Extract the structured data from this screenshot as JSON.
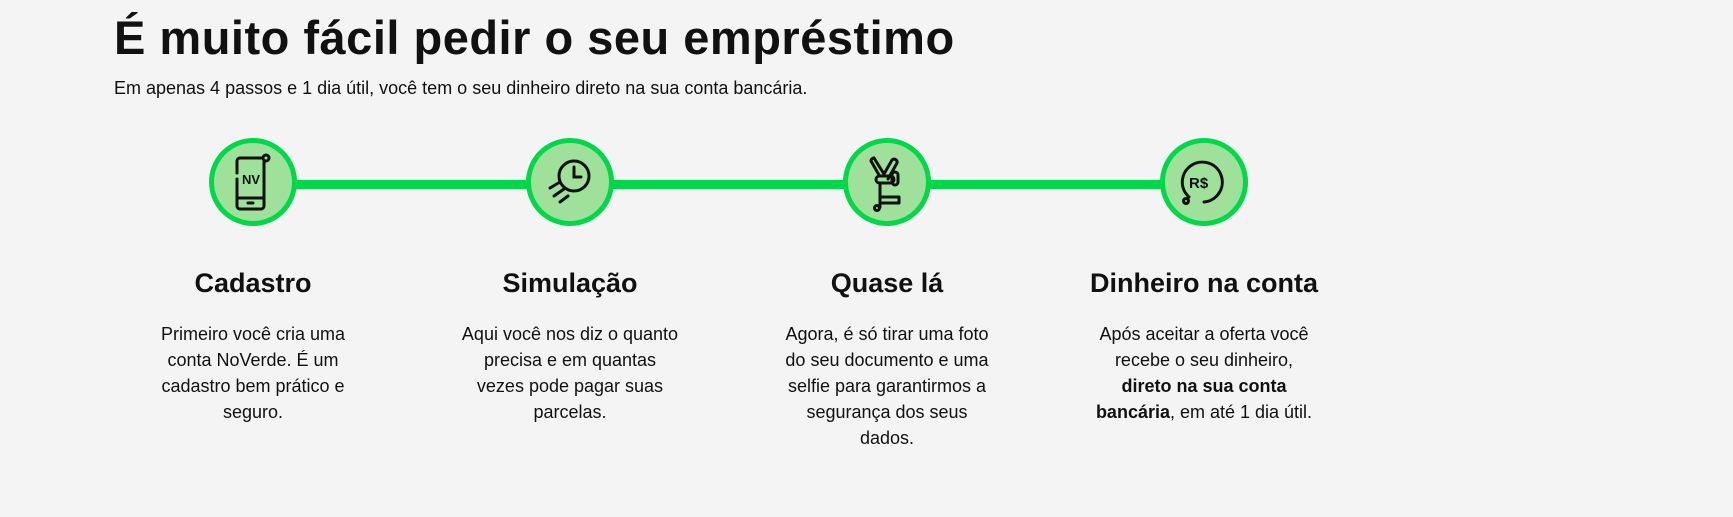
{
  "title": "É muito fácil pedir o seu empréstimo",
  "subtitle": "Em apenas 4 passos e 1 dia útil, você tem o seu dinheiro direto na sua conta bancária.",
  "steps": [
    {
      "icon": "phone-icon",
      "icon_text": "NV",
      "title": "Cadastro",
      "text": "Primeiro você cria uma conta NoVerde. É um cadastro bem prático e seguro."
    },
    {
      "icon": "clock-icon",
      "title": "Simulação",
      "text": "Aqui você nos diz o quanto precisa e em quantas vezes pode pagar suas parcelas."
    },
    {
      "icon": "peace-hand-icon",
      "title": "Quase lá",
      "text": "Agora, é só tirar uma foto do seu documento e uma selfie para garantirmos a segurança dos seus dados."
    },
    {
      "icon": "money-icon",
      "icon_text": "R$",
      "title": "Dinheiro na conta",
      "text_a": "Após aceitar a oferta você recebe o seu dinheiro, ",
      "text_bold": "direto na sua conta bancária",
      "text_b": ", em até 1 dia útil."
    }
  ],
  "colors": {
    "accent": "#00d84a",
    "circle_fill": "#9fe09a"
  }
}
